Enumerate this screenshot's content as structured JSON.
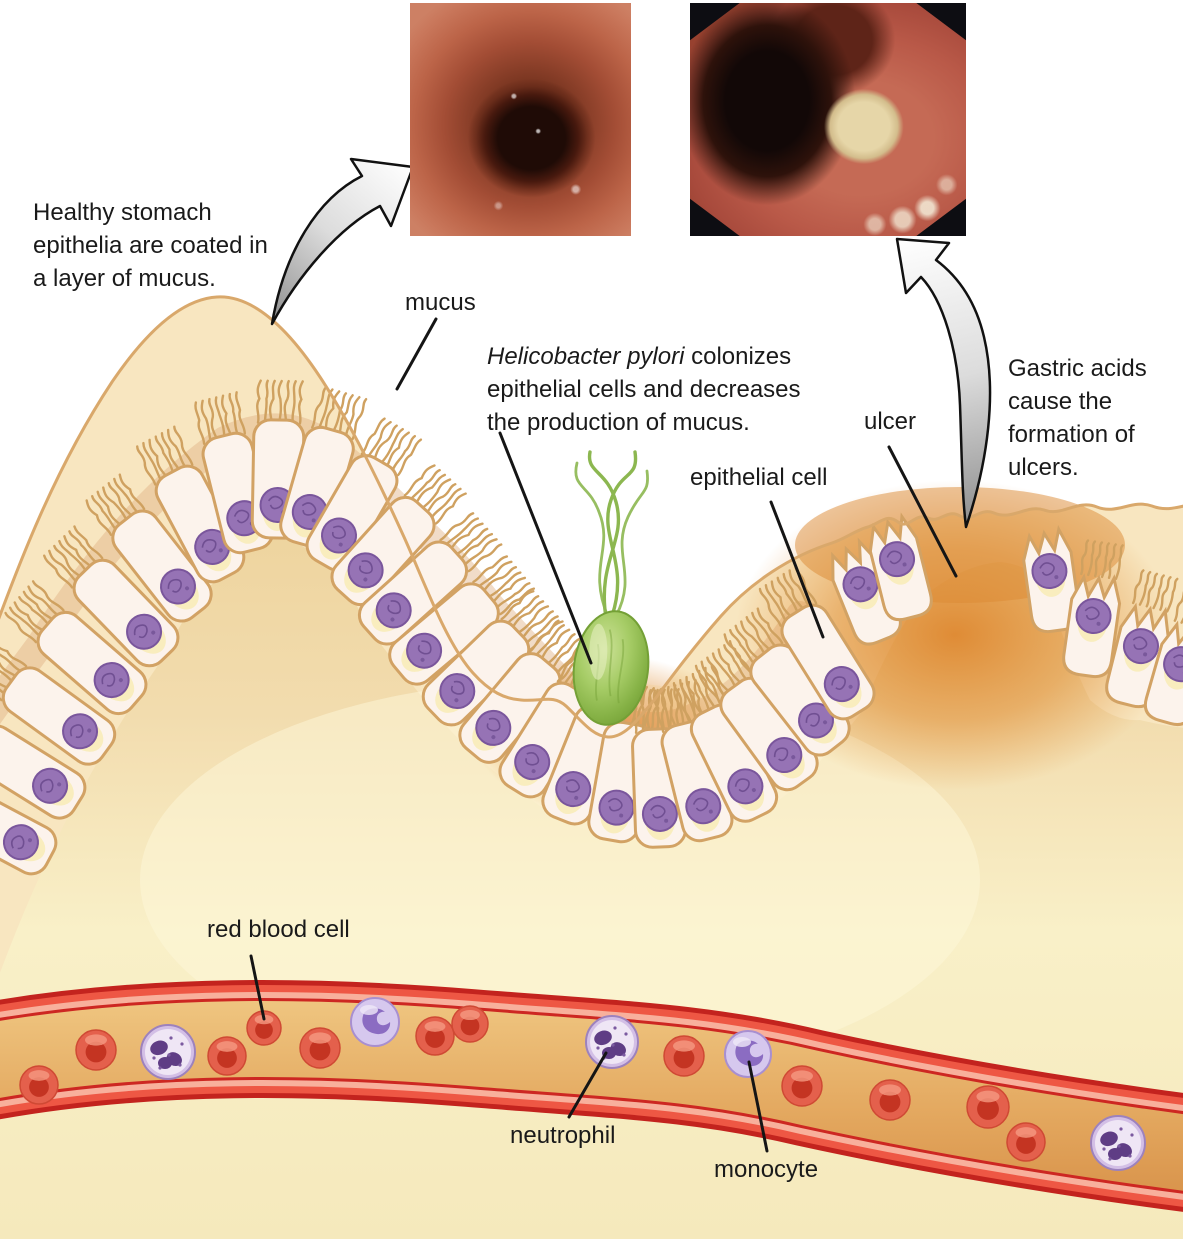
{
  "figure": {
    "annotations": {
      "healthy_note": "Healthy stomach epithelia are coated in a layer of mucus.",
      "hp_note_italic": "Helicobacter pylori",
      "hp_note_rest": " colonizes epithelial cells and decreases the production of mucus.",
      "gastric_note": "Gastric acids cause the formation of ulcers."
    },
    "labels": {
      "mucus": "mucus",
      "epithelial_cell": "epithelial cell",
      "ulcer": "ulcer",
      "red_blood_cell": "red blood cell",
      "neutrophil": "neutrophil",
      "monocyte": "monocyte"
    },
    "photos": {
      "healthy_endoscopy": "healthy-stomach-endoscopy-photo",
      "ulcer_endoscopy": "stomach-ulcer-endoscopy-photo"
    },
    "colors": {
      "bacterium_green": "#8fbe52",
      "ulcer_orange": "#df8a2e",
      "vessel_red": "#d92b27",
      "nucleus_purple": "#9673b5",
      "tissue_wheat": "#efd49e",
      "mucus_cream": "#f8e6c0",
      "background_lower": "#f5e9bc",
      "arrow_gray": "#909090",
      "label_text": "#1a1a1a"
    }
  }
}
